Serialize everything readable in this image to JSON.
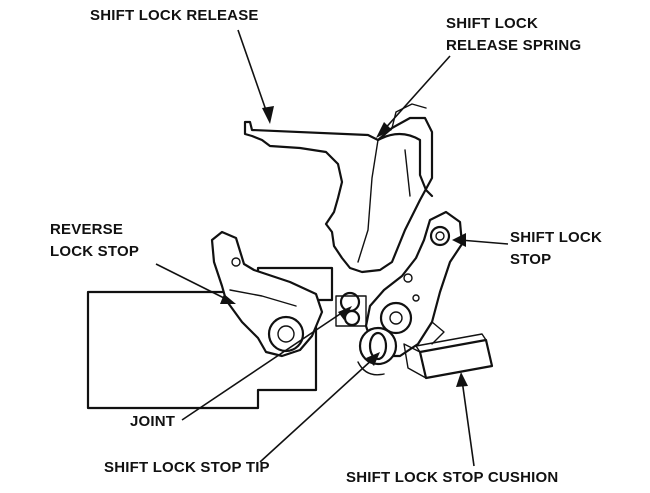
{
  "labels": {
    "shift_lock_release": "SHIFT LOCK RELEASE",
    "release_spring_line1": "SHIFT LOCK",
    "release_spring_line2": "RELEASE SPRING",
    "reverse_lock_stop_line1": "REVERSE",
    "reverse_lock_stop_line2": "LOCK STOP",
    "shift_lock_stop_line1": "SHIFT LOCK",
    "shift_lock_stop_line2": "STOP",
    "joint": "JOINT",
    "shift_lock_stop_tip": "SHIFT LOCK STOP TIP",
    "shift_lock_stop_cushion": "SHIFT LOCK STOP CUSHION"
  }
}
